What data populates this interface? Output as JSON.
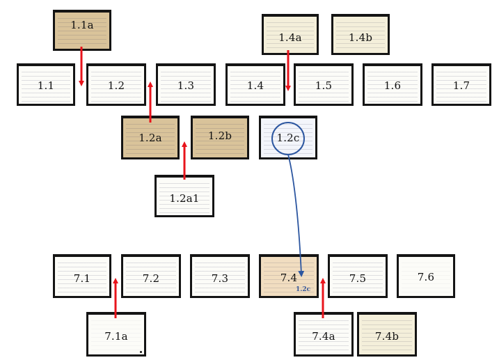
{
  "cards": [
    {
      "id": "c-1-1a",
      "label": "1.1a"
    },
    {
      "id": "c-1-4a",
      "label": "1.4a"
    },
    {
      "id": "c-1-4b",
      "label": "1.4b"
    },
    {
      "id": "c-1-1",
      "label": "1.1"
    },
    {
      "id": "c-1-2",
      "label": "1.2"
    },
    {
      "id": "c-1-3",
      "label": "1.3"
    },
    {
      "id": "c-1-4",
      "label": "1.4"
    },
    {
      "id": "c-1-5",
      "label": "1.5"
    },
    {
      "id": "c-1-6",
      "label": "1.6"
    },
    {
      "id": "c-1-7",
      "label": "1.7"
    },
    {
      "id": "c-1-2a",
      "label": "1.2a"
    },
    {
      "id": "c-1-2b",
      "label": "1.2b"
    },
    {
      "id": "c-1-2c",
      "label": "1.2c"
    },
    {
      "id": "c-1-2a1",
      "label": "1.2a1"
    },
    {
      "id": "c-7-1",
      "label": "7.1"
    },
    {
      "id": "c-7-2",
      "label": "7.2"
    },
    {
      "id": "c-7-3",
      "label": "7.3"
    },
    {
      "id": "c-7-4",
      "label": "7.4"
    },
    {
      "id": "c-7-5",
      "label": "7.5"
    },
    {
      "id": "c-7-6",
      "label": "7.6"
    },
    {
      "id": "c-7-1a",
      "label": "7.1a"
    },
    {
      "id": "c-7-4a",
      "label": "7.4a"
    },
    {
      "id": "c-7-4b",
      "label": "7.4b"
    }
  ],
  "reference_label": "1.2c",
  "colors": {
    "link_arrow": "#e8141c",
    "reference_arrow": "#2c56a0",
    "card_border": "#141414"
  }
}
